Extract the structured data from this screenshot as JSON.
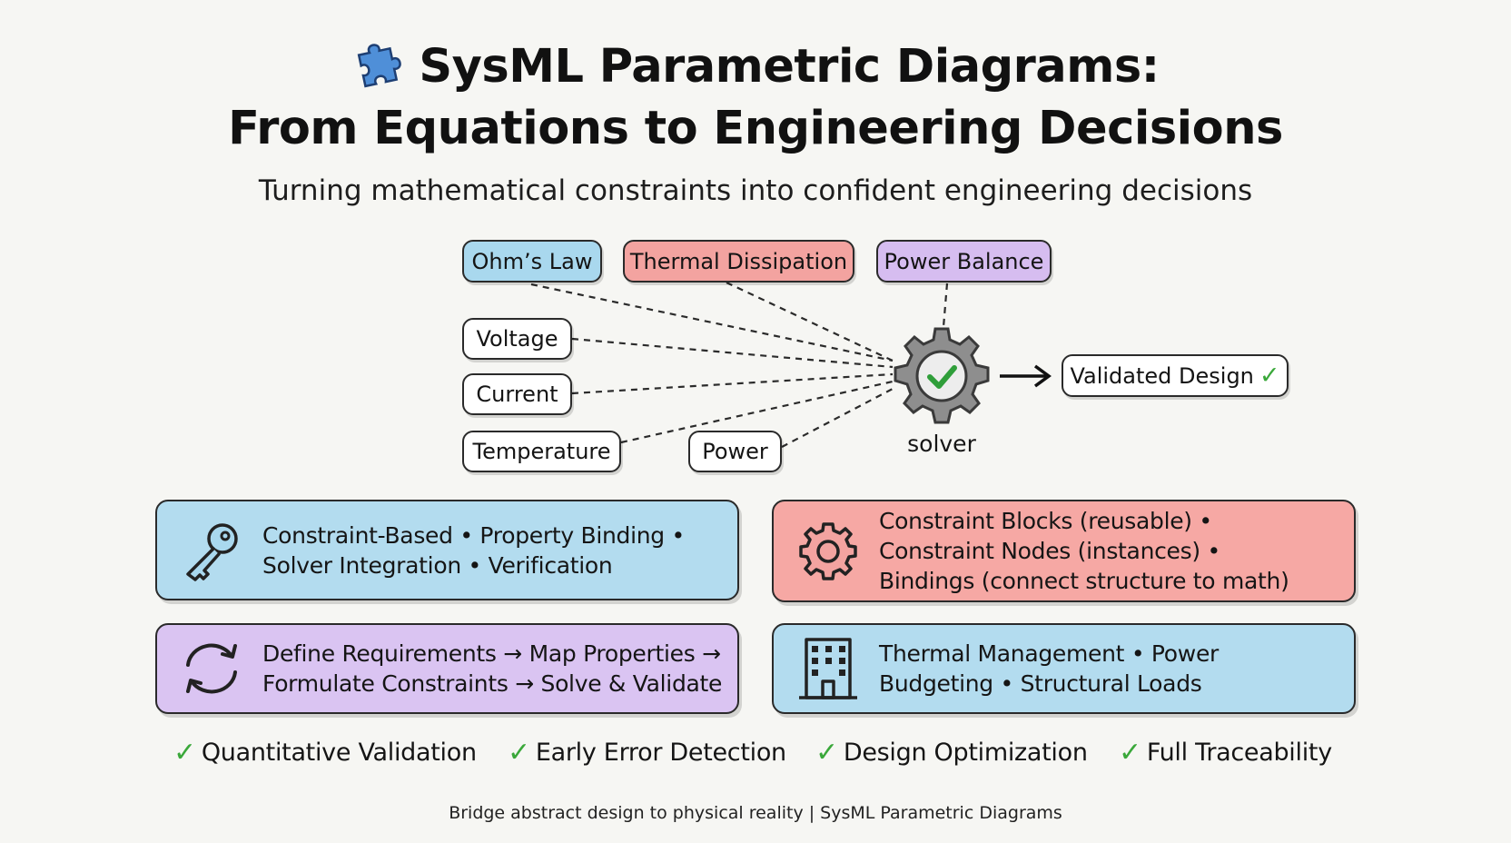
{
  "header": {
    "icon": "puzzle-piece-icon",
    "title_line1": "SysML Parametric Diagrams:",
    "title_line2": "From Equations to Engineering Decisions",
    "subtitle": "Turning mathematical constraints into confident engineering decisions"
  },
  "diagram": {
    "constraints": [
      "Ohm’s Law",
      "Thermal Dissipation",
      "Power Balance"
    ],
    "properties": [
      "Voltage",
      "Current",
      "Temperature",
      "Power"
    ],
    "solver_label": "solver",
    "solver_icon": "gear-check-icon",
    "result": "Validated Design",
    "result_icon": "checkmark-icon"
  },
  "cards": [
    {
      "icon": "key-icon",
      "line1": "Constraint-Based • Property Binding •",
      "line2": "Solver Integration • Verification",
      "color": "#b3dcef"
    },
    {
      "icon": "gear-icon",
      "line1": "Constraint Blocks (reusable) •",
      "line2": "Constraint Nodes (instances) •",
      "line3": "Bindings (connect structure to math)",
      "color": "#f6a8a4"
    },
    {
      "icon": "refresh-cycle-icon",
      "line1": "Define Requirements → Map Properties →",
      "line2": "Formulate Constraints → Solve & Validate",
      "color": "#dac4f2"
    },
    {
      "icon": "building-icon",
      "line1": "Thermal Management • Power",
      "line2": "Budgeting • Structural Loads",
      "color": "#b3dcef"
    }
  ],
  "benefits": [
    "Quantitative Validation",
    "Early Error Detection",
    "Design Optimization",
    "Full Traceability"
  ],
  "footer": "Bridge abstract design to physical reality | SysML Parametric Diagrams",
  "colors": {
    "blue": "#a9d8ee",
    "red": "#f3a3a0",
    "purple": "#d6bdf0",
    "check_green": "#3aa83a",
    "background": "#f6f6f3"
  }
}
